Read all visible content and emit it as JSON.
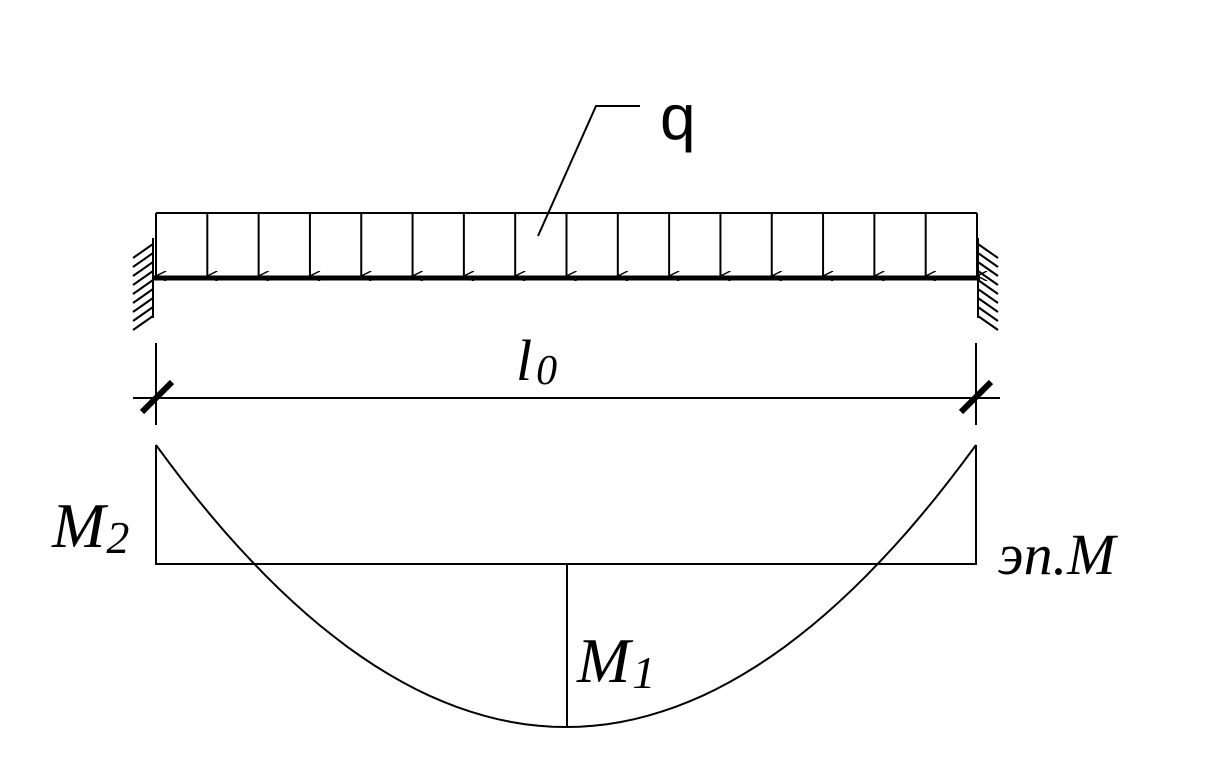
{
  "labels": {
    "load": "q",
    "span_main": "l",
    "span_sub": "0",
    "moment_support_main": "M",
    "moment_support_sub": "2",
    "moment_span_main": "M",
    "moment_span_sub": "1",
    "diagram_caption": "эп.M"
  },
  "colors": {
    "ink": "#000000",
    "background": "#ffffff"
  }
}
